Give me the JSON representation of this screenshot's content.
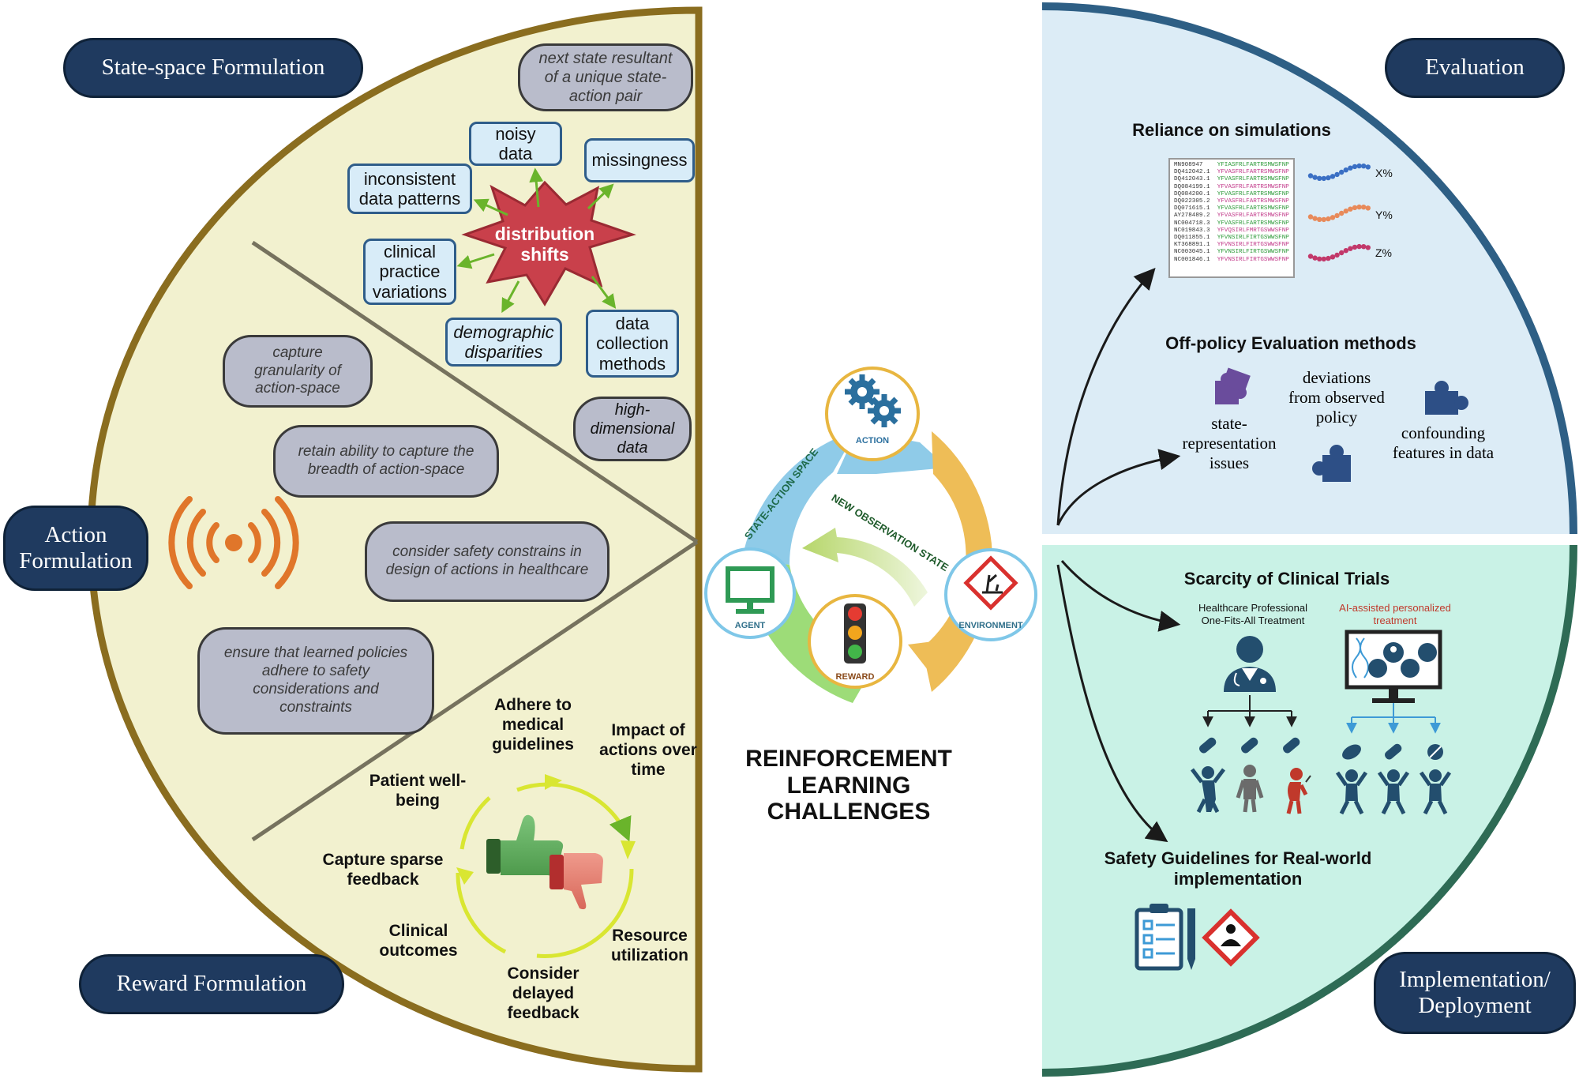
{
  "sections": {
    "state_space": "State-space Formulation",
    "action": "Action Formulation",
    "reward": "Reward Formulation",
    "evaluation": "Evaluation",
    "implementation": "Implementation/ Deployment"
  },
  "state_space": {
    "center": "distribution shifts",
    "causes": [
      "noisy data",
      "missingness",
      "inconsistent data patterns",
      "clinical practice variations",
      "demographic disparities",
      "data collection methods"
    ],
    "notes": [
      "next state resultant of a unique state-action pair",
      "high-dimensional data"
    ]
  },
  "action": {
    "notes": [
      "capture granularity of action-space",
      "retain ability to capture the breadth of action-space",
      "consider safety constrains in design of actions in healthcare",
      "ensure that learned policies adhere to safety considerations and constraints"
    ]
  },
  "reward": {
    "items": [
      "Adhere to medical guidelines",
      "Impact of actions over time",
      "Patient well-being",
      "Capture sparse feedback",
      "Clinical outcomes",
      "Consider delayed feedback",
      "Resource utilization"
    ]
  },
  "cycle": {
    "action": "ACTION",
    "agent": "AGENT",
    "reward": "REWARD",
    "environment": "ENVIRONMENT",
    "state_action_space": "STATE-ACTION SPACE",
    "new_observation_state": "NEW OBSERVATION STATE"
  },
  "title": "REINFORCEMENT LEARNING CHALLENGES",
  "evaluation": {
    "reliance": "Reliance on simulations",
    "sequences": {
      "ids": [
        "MN908947",
        "DQ412042.1",
        "DQ412043.1",
        "DQ084199.1",
        "DQ084200.1",
        "DQ022305.2",
        "DQ071615.1",
        "AY278489.2",
        "NC004718.3",
        "NC019843.3",
        "DQ011855.1",
        "KT368891.1",
        "NC003045.1",
        "NC001846.1"
      ],
      "seqs": [
        "YFIASFRLFARTRSMWSFNP",
        "YFVASFRLFARTRSMWSFNP",
        "YFVASFRLFARTRSMWSFNP",
        "YFVASFRLFARTRSMWSFNP",
        "YFVASFRLFARTRSMWSFNP",
        "YFVASFRLFARTRSMWSFNP",
        "YFVASFRLFARTRSMWSFNP",
        "YFVASFRLFARTRSMWSFNP",
        "YFVASFRLFARTRSMWSFNP",
        "YFVQSIRLFMRTGSWWSFNP",
        "YFVNSIRLFIRTGSWWSFNP",
        "YFVNSIRLFIRTGSWWSFNP",
        "YFVNSIRLFIRTGSWWSFNP",
        "YFVNSIRLFIRTGSWWSFNP"
      ]
    },
    "sim_labels": [
      "X%",
      "Y%",
      "Z%"
    ],
    "ope": "Off-policy Evaluation methods",
    "ope_items": [
      "state-representation issues",
      "deviations from observed policy",
      "confounding features in data"
    ]
  },
  "implementation": {
    "scarcity": "Scarcity of Clinical Trials",
    "hp_label": "Healthcare Professional One-Fits-All Treatment",
    "ai_label": "AI-assisted personalized treatment",
    "safety": "Safety Guidelines for Real-world implementation"
  },
  "colors": {
    "navy": "#1f3a5f",
    "olive": "#8a6d1f",
    "cream": "#f2f1cf",
    "eval_bg": "#dcecf6",
    "impl_bg": "#c9f2e6",
    "star": "#c9404b",
    "ai_red": "#c0392b"
  }
}
